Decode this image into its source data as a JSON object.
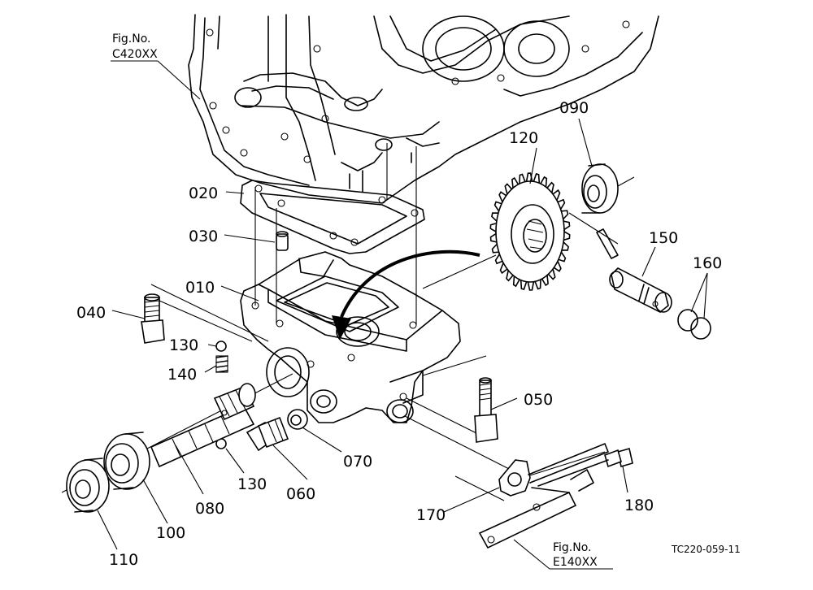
{
  "figure_refs": [
    {
      "line1": "Fig.No.",
      "line2": "C420XX"
    },
    {
      "line1": "Fig.No.",
      "line2": "E140XX"
    }
  ],
  "diagram_code": "TC220-059-11",
  "part_labels": {
    "p010": "010",
    "p020": "020",
    "p030": "030",
    "p040": "040",
    "p050": "050",
    "p060": "060",
    "p070": "070",
    "p080": "080",
    "p090": "090",
    "p100": "100",
    "p110": "110",
    "p120": "120",
    "p130a": "130",
    "p130b": "130",
    "p140": "140",
    "p150": "150",
    "p160": "160",
    "p170": "170",
    "p180": "180"
  }
}
